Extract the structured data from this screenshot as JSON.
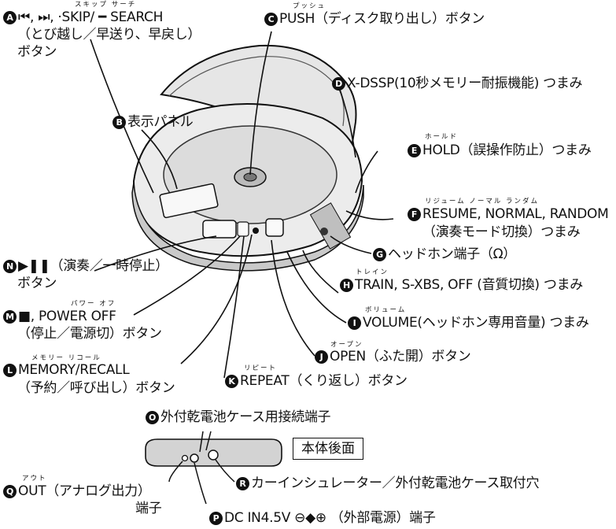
{
  "labels": {
    "A": {
      "badge": "A",
      "line1": "⏮, ⏭, ·SKIP/ ━ SEARCH",
      "ruby": "スキップ  サーチ",
      "line2": "（とび越し／早送り、早戻し）",
      "line3": "ボタン"
    },
    "B": {
      "badge": "B",
      "text": "表示パネル"
    },
    "C": {
      "badge": "C",
      "text": "PUSH（ディスク取り出し）ボタン",
      "ruby": "プッシュ"
    },
    "D": {
      "badge": "D",
      "text": "X-DSSP(10秒メモリー耐振機能) つまみ"
    },
    "E": {
      "badge": "E",
      "text": "HOLD（誤操作防止）つまみ",
      "ruby": "ホールド"
    },
    "F": {
      "badge": "F",
      "line1": "RESUME, NORMAL, RANDOM",
      "ruby": "リジューム ノーマル ランダム",
      "line2": "（演奏モード切換）つまみ"
    },
    "G": {
      "badge": "G",
      "text": "ヘッドホン端子（Ω）"
    },
    "H": {
      "badge": "H",
      "text": "TRAIN, S-XBS, OFF (音質切換) つまみ",
      "ruby": "トレイン"
    },
    "I": {
      "badge": "I",
      "text": "VOLUME(ヘッドホン専用音量) つまみ",
      "ruby": "ボリューム"
    },
    "J": {
      "badge": "J",
      "text": "OPEN（ふた開）ボタン",
      "ruby": "オープン"
    },
    "K": {
      "badge": "K",
      "text": "REPEAT（くり返し）ボタン",
      "ruby": "リピート"
    },
    "L": {
      "badge": "L",
      "line1": "MEMORY/RECALL",
      "ruby": "メモリー  リコール",
      "line2": "（予約／呼び出し）ボタン"
    },
    "M": {
      "badge": "M",
      "line1": "■, POWER OFF",
      "ruby": "パワー オフ",
      "line2": "（停止／電源切）ボタン"
    },
    "N": {
      "badge": "N",
      "line1": "▶❚❚（演奏／一時停止）",
      "line2": "ボタン"
    },
    "O": {
      "badge": "O",
      "text": "外付乾電池ケース用接続端子"
    },
    "P": {
      "badge": "P",
      "text": "DC IN4.5V ⊖◆⊕ （外部電源）端子"
    },
    "Q": {
      "badge": "Q",
      "line1": "OUT（アナログ出力）",
      "ruby": "アウト",
      "line2": "端子"
    },
    "R": {
      "badge": "R",
      "text": "カーインシュレーター／外付乾電池ケース取付穴"
    }
  },
  "rear_view_label": "本体後面"
}
